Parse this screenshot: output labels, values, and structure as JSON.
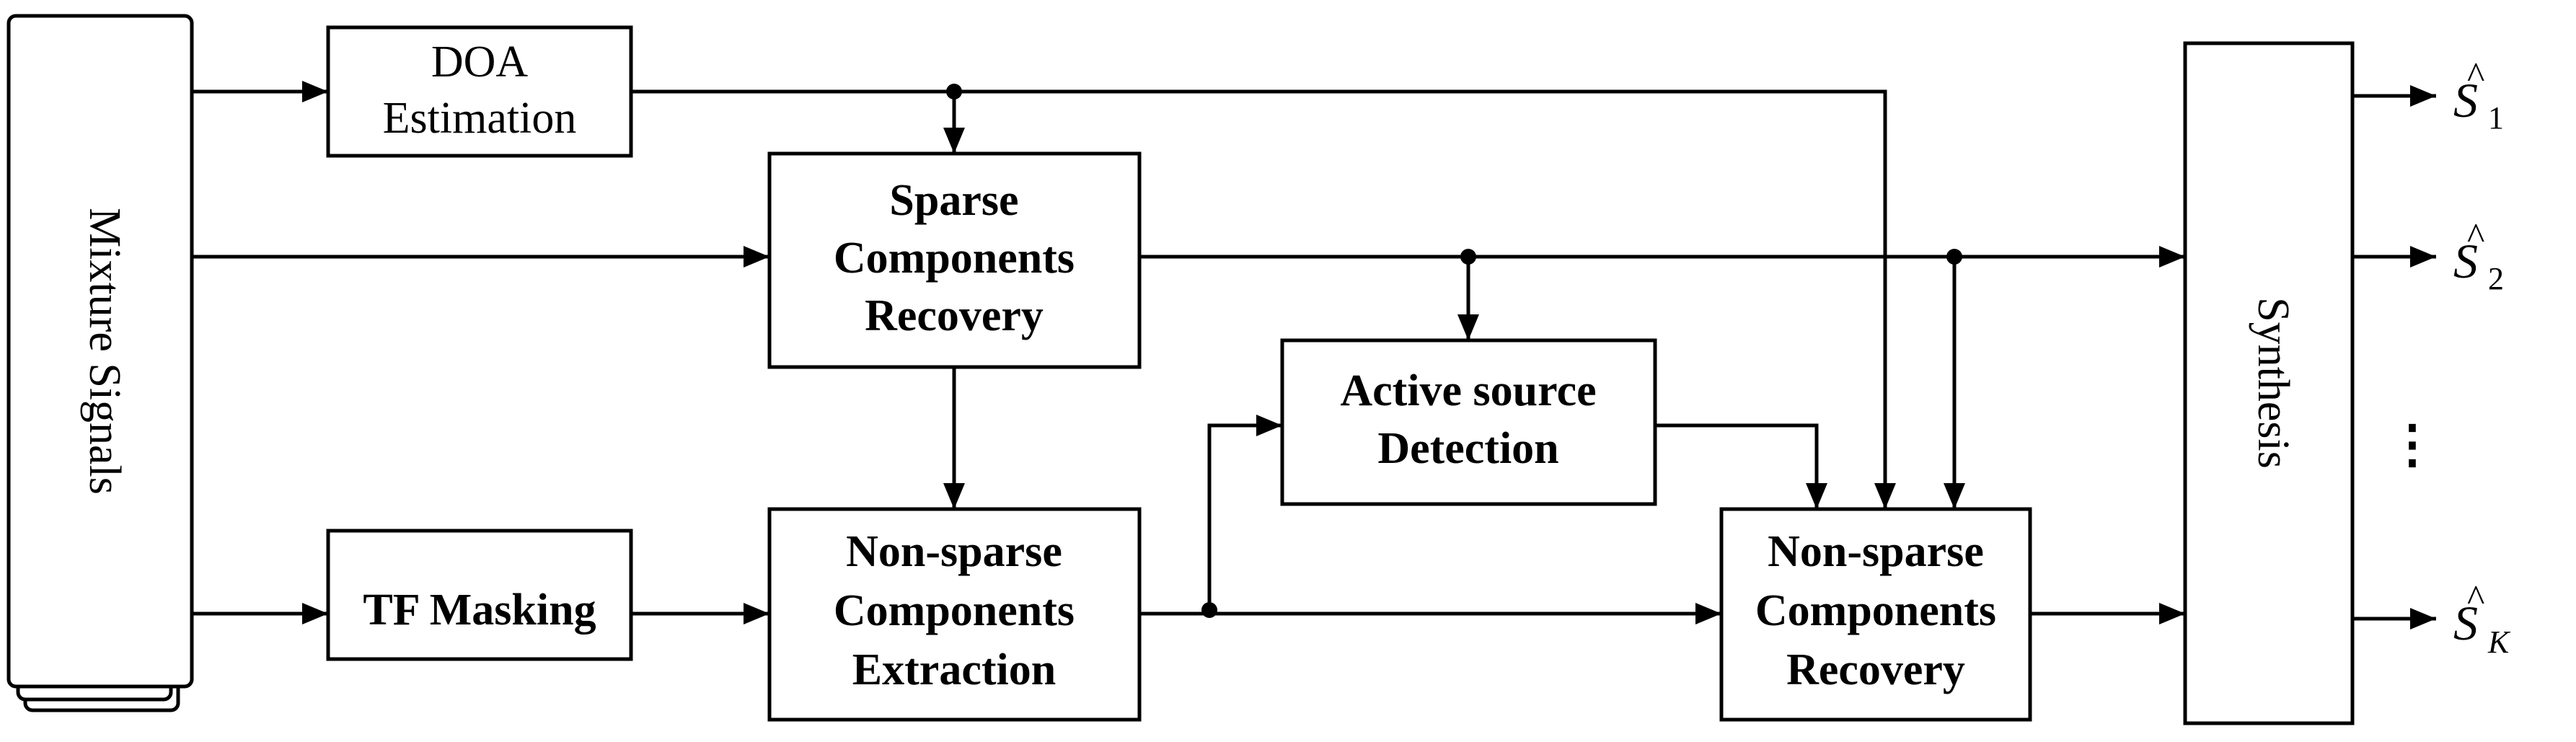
{
  "blocks": {
    "mixture": "Mixture Signals",
    "doa": [
      "DOA",
      "Estimation"
    ],
    "sparse": [
      "Sparse",
      "Components",
      "Recovery"
    ],
    "tf": "TF Masking",
    "nonsparse_extract": [
      "Non-sparse",
      "Components",
      "Extraction"
    ],
    "active": [
      "Active source",
      "Detection"
    ],
    "nonsparse_recover": [
      "Non-sparse",
      "Components",
      "Recovery"
    ],
    "synthesis": "Synthesis"
  },
  "outputs": {
    "s1": {
      "symbol": "S",
      "hat": "^",
      "subscript": "1"
    },
    "s2": {
      "symbol": "S",
      "hat": "^",
      "subscript": "2"
    },
    "ellipsis": "⋮",
    "sK": {
      "symbol": "S",
      "hat": "^",
      "subscript": "K"
    }
  }
}
